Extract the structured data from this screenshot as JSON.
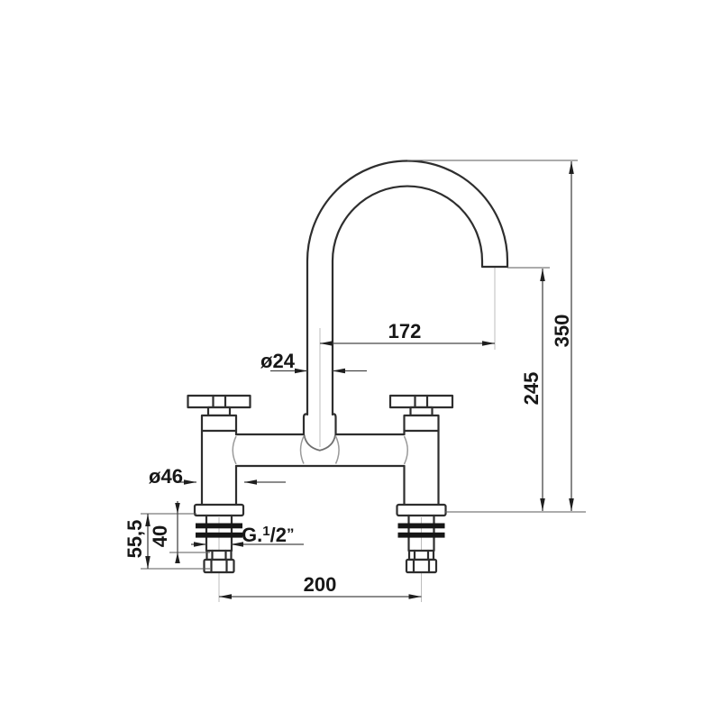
{
  "drawing": {
    "kind": "faucet-technical-drawing",
    "background": "#ffffff"
  },
  "colors": {
    "outline": "#2e2e2e",
    "dimension_line": "#474747",
    "extension_line": "#5a5a5a",
    "centerline": "#bdbdbd",
    "seal_band": "#161616",
    "text": "#171717"
  },
  "dimensions": {
    "spout_reach": "172",
    "spout_diameter": "ø24",
    "overall_height": "350",
    "outlet_height": "245",
    "base_diameter": "ø46",
    "shank_length_total": "55,5",
    "thread_length": "40",
    "hole_centres": "200",
    "thread": {
      "prefix": "G.",
      "sup": "1",
      "main": "/2",
      "quote": "”"
    }
  }
}
